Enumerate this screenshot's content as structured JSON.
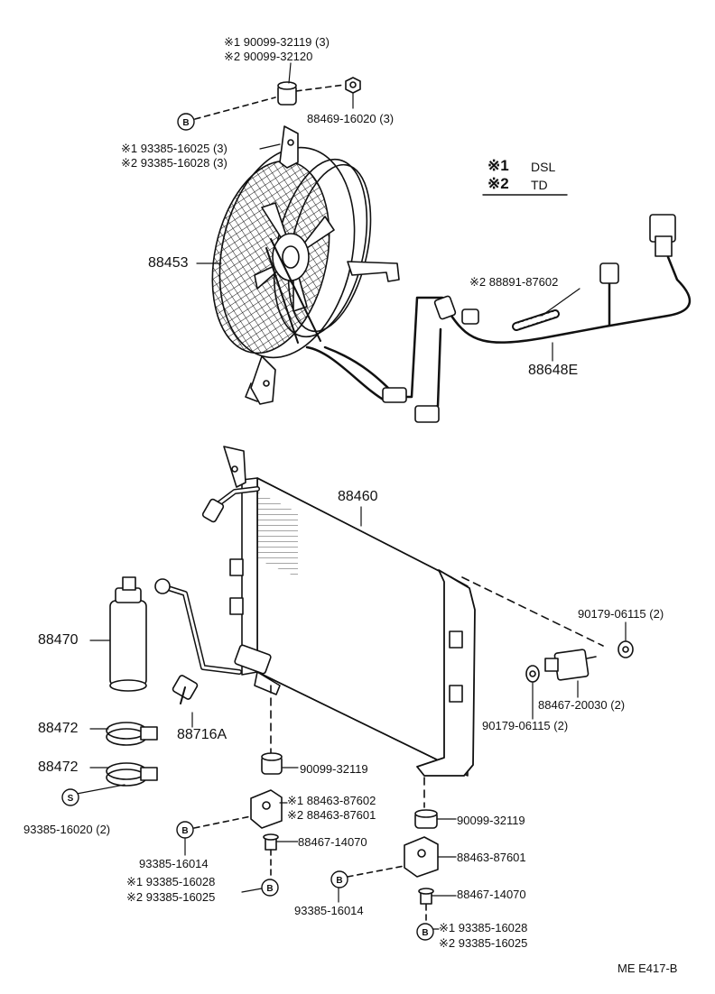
{
  "legend": {
    "row1_mark": "※1",
    "row1_text": "DSL",
    "row2_mark": "※2",
    "row2_text": "TD"
  },
  "labels": {
    "bolt_top_1": "※1 90099-32119 (3)",
    "bolt_top_2": "※2 90099-32120",
    "nut_top": "88469-16020 (3)",
    "bolt_b_top_1": "※1 93385-16025 (3)",
    "bolt_b_top_2": "※2 93385-16028 (3)",
    "fan": "88453",
    "connector": "※2 88891-87602",
    "harness": "88648E",
    "condenser": "88460",
    "receiver": "88470",
    "pipe": "88716A",
    "clamp_upper": "88472",
    "clamp_lower": "88472",
    "screw_s": "93385-16020 (2)",
    "nut_right_top": "90179-06115 (2)",
    "switch": "88467-20030 (2)",
    "nut_right_bottom": "90179-06115 (2)",
    "cushion_left": "90099-32119",
    "bracket_left_1": "※1 88463-87602",
    "bracket_left_2": "※2 88463-87601",
    "bolt_b_left": "93385-16014",
    "collar_left": "88467-14070",
    "bolt_b_left2_1": "※1 93385-16028",
    "bolt_b_left2_2": "※2 93385-16025",
    "cushion_right": "90099-32119",
    "bracket_right": "88463-87601",
    "bolt_b_right": "93385-16014",
    "collar_right": "88467-14070",
    "bolt_b_right2_1": "※1 93385-16028",
    "bolt_b_right2_2": "※2 93385-16025",
    "code": "ME E417-B"
  },
  "circle_marks": {
    "b1": "B",
    "b2": "B",
    "b3": "B",
    "b4": "B",
    "b5": "B",
    "s1": "S"
  }
}
